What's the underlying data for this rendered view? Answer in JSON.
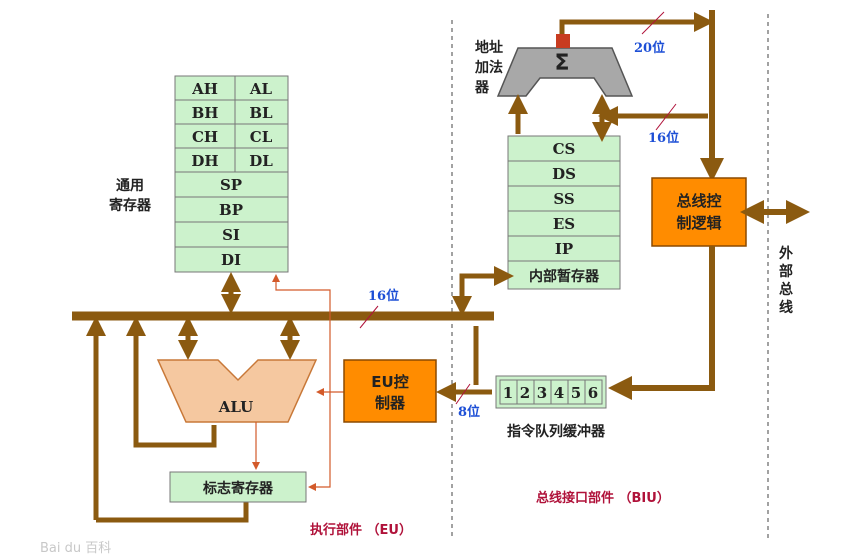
{
  "registers": {
    "general_label": [
      "通用",
      "寄存器"
    ],
    "pairs": [
      [
        "AH",
        "AL"
      ],
      [
        "BH",
        "BL"
      ],
      [
        "CH",
        "CL"
      ],
      [
        "DH",
        "DL"
      ]
    ],
    "singles": [
      "SP",
      "BP",
      "SI",
      "DI"
    ]
  },
  "segment_registers": [
    "CS",
    "DS",
    "SS",
    "ES",
    "IP"
  ],
  "internal_temp": "内部暂存器",
  "adder": {
    "label": [
      "地址",
      "加法",
      "器"
    ],
    "symbol": "Σ"
  },
  "bus_control": [
    "总线控",
    "制逻辑"
  ],
  "external_bus": [
    "外",
    "部",
    "总",
    "线"
  ],
  "alu_label": "ALU",
  "eu_control": [
    "EU控",
    "制器"
  ],
  "flag_register": "标志寄存器",
  "queue": {
    "cells": [
      "1",
      "2",
      "3",
      "4",
      "5",
      "6"
    ],
    "label": "指令队列缓冲器"
  },
  "widths": {
    "w20": "20位",
    "w16a": "16位",
    "w16b": "16位",
    "w8": "8位"
  },
  "sections": {
    "eu": "执行部件 （EU）",
    "biu": "总线接口部件 （BIU）"
  },
  "watermark": "Bai du 百科",
  "colors": {
    "bus": "#8b5a10",
    "cell": "#ccf2cc",
    "orange": "#ff8c00",
    "alu": "#f5c8a0"
  }
}
